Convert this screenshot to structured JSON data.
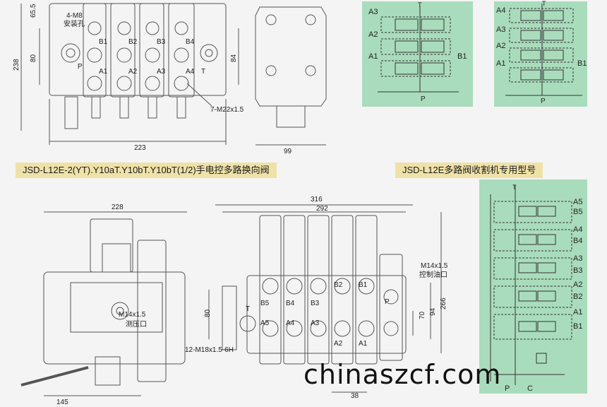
{
  "top_left": {
    "dims": {
      "w": "223",
      "h": "238",
      "left_mid": "80",
      "top_small": "65.5",
      "right_h": "84",
      "side_w": "99"
    },
    "mount_label_1": "4-M8",
    "mount_label_2": "安装孔",
    "ports_upper": [
      "B1",
      "B2",
      "B3",
      "B4"
    ],
    "ports_lower": [
      "A1",
      "A2",
      "A3",
      "A4"
    ],
    "port_p": "P",
    "port_t": "T",
    "thread_label": "7-M22x1.5"
  },
  "caption_1": "JSD-L12E-2(YT).Y10aT.Y10bT.Y10bT(1/2)手电控多路换向阀",
  "caption_2": "JSD-L12E多路阀收割机专用型号",
  "schematic_1": {
    "labels": [
      "A3",
      "A2",
      "A1",
      "B1",
      "T",
      "P"
    ]
  },
  "schematic_2": {
    "labels": [
      "A4",
      "A3",
      "A2",
      "A1",
      "B1",
      "T",
      "P"
    ]
  },
  "schematic_3": {
    "left_labels": [
      "T"
    ],
    "right_labels": [
      "A5",
      "B5",
      "A4",
      "B4",
      "A3",
      "B3",
      "A2",
      "B2",
      "A1",
      "B1"
    ],
    "bottom_labels": [
      "P",
      "C"
    ]
  },
  "bottom_left": {
    "dims": {
      "w": "228",
      "bottom_w": "145"
    },
    "gauge_label": "M14x1.5",
    "gauge_desc": "测压口"
  },
  "bottom_mid": {
    "dims": {
      "total": "316",
      "inner": "292",
      "h_left": "80",
      "d70": "70",
      "d94": "94",
      "d266": "266",
      "d38": "38"
    },
    "ports_upper": [
      "B5",
      "B4",
      "B3",
      "B2",
      "B1"
    ],
    "ports_lower": [
      "A5",
      "A4",
      "A3",
      "A2",
      "A1"
    ],
    "port_t": "T",
    "port_p": "P",
    "control_label": "M14x1.5",
    "control_desc": "控制油口",
    "thread_label": "12-M18x1.5-6H"
  },
  "watermark": "chinaszcf.com",
  "colors": {
    "background": "#f4f4f4",
    "schematic_bg": "#a9dcbc",
    "caption_bg": "#efe2a8",
    "line": "#555555"
  }
}
